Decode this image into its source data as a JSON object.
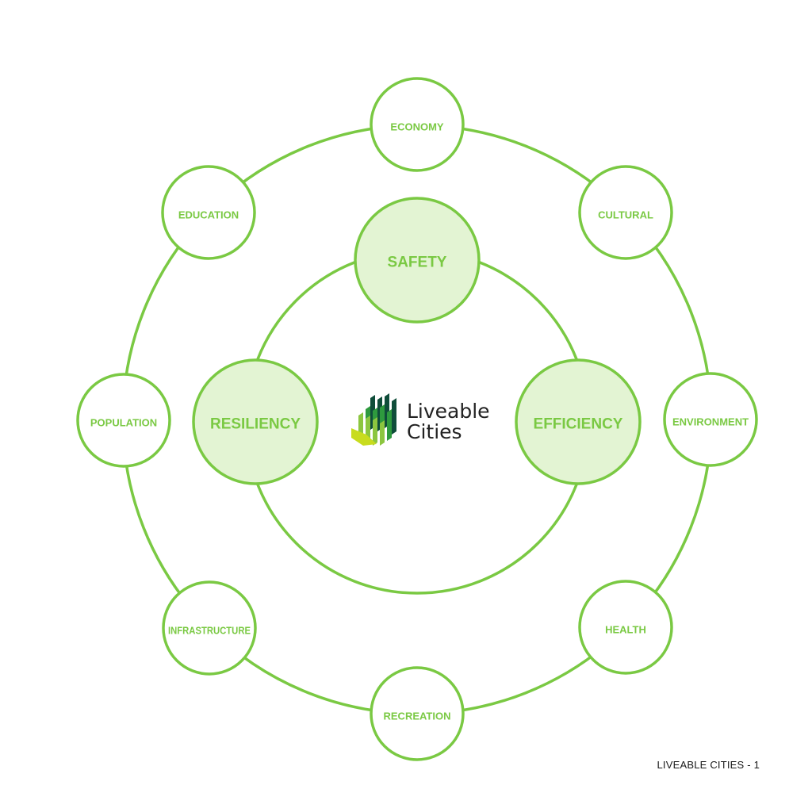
{
  "colors": {
    "ring": "#7ac943",
    "label": "#7ac943",
    "inner_fill": "#e3f4d3",
    "outer_fill": "#ffffff",
    "logo_dark": "#0f4d3a",
    "logo_mid": "#2e9a3e",
    "logo_light": "#8cc63f",
    "logo_lime": "#c8dc1e"
  },
  "outer_nodes": [
    {
      "id": "economy",
      "label": "ECONOMY"
    },
    {
      "id": "cultural",
      "label": "CULTURAL"
    },
    {
      "id": "environment",
      "label": "ENVIRONMENT"
    },
    {
      "id": "health",
      "label": "HEALTH"
    },
    {
      "id": "recreation",
      "label": "RECREATION"
    },
    {
      "id": "infrastructure",
      "label": "INFRASTRUCTURE"
    },
    {
      "id": "population",
      "label": "POPULATION"
    },
    {
      "id": "education",
      "label": "EDUCATION"
    }
  ],
  "inner_nodes": [
    {
      "id": "safety",
      "label": "SAFETY"
    },
    {
      "id": "resiliency",
      "label": "RESILIENCY"
    },
    {
      "id": "efficiency",
      "label": "EFFICIENCY"
    }
  ],
  "logo": {
    "line1": "Liveable",
    "line2": "Cities",
    "icon": "bar-cluster-icon"
  },
  "footer": {
    "text": "LIVEABLE CITIES - 1"
  }
}
